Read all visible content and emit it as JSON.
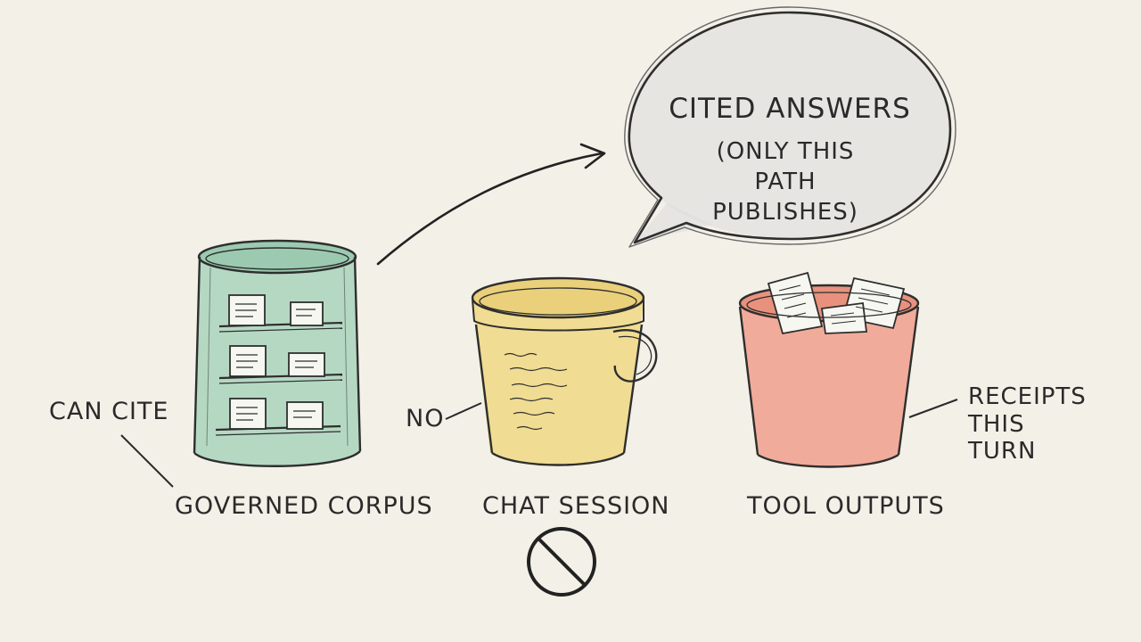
{
  "speech_bubble": {
    "title": "CITED ANSWERS",
    "note": "(ONLY THIS PATH PUBLISHES)"
  },
  "containers": {
    "governed_corpus": {
      "label": "GOVERNED CORPUS",
      "annotation": "CAN CITE",
      "color": "#a9d3bc"
    },
    "chat_session": {
      "label": "CHAT SESSION",
      "annotation": "NO",
      "color": "#f0d98a"
    },
    "tool_outputs": {
      "label": "TOOL OUTPUTS",
      "annotation": "RECEIPTS THIS TURN",
      "color": "#ee9f8c"
    }
  },
  "icons": {
    "prohibited": "prohibited-icon",
    "arrow": "arrow-icon"
  },
  "colors": {
    "paper": "#f3f0e8",
    "ink": "#2a2a2a",
    "bubble_fill": "#d9d9d9"
  }
}
